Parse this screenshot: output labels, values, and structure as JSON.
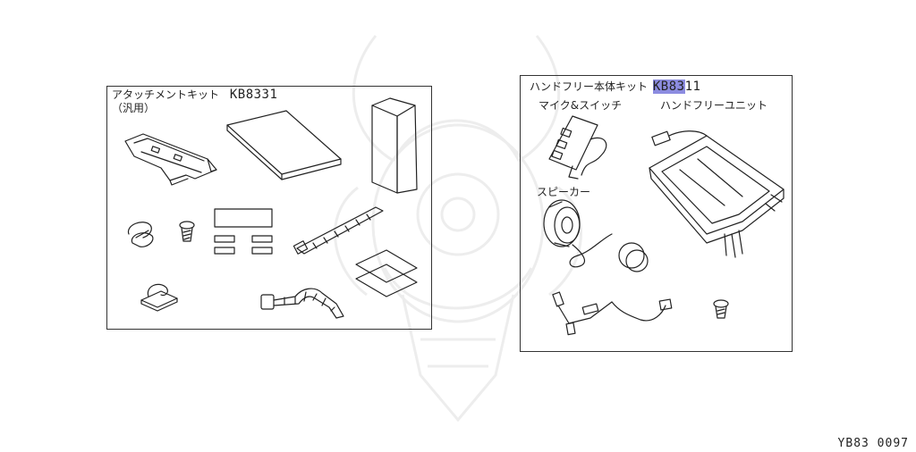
{
  "attachment_kit": {
    "title": "アタッチメントキット",
    "code": "KB8331",
    "note": "（汎用）"
  },
  "handsfree_kit": {
    "title": "ハンドフリー本体キット",
    "code_highlight": "KB83",
    "code_rest": "11",
    "mic_switch": "マイク&スイッチ",
    "handsfree_unit": "ハンドフリーユニット",
    "speaker": "スピーカー"
  },
  "reference_code": "YB83 0097"
}
